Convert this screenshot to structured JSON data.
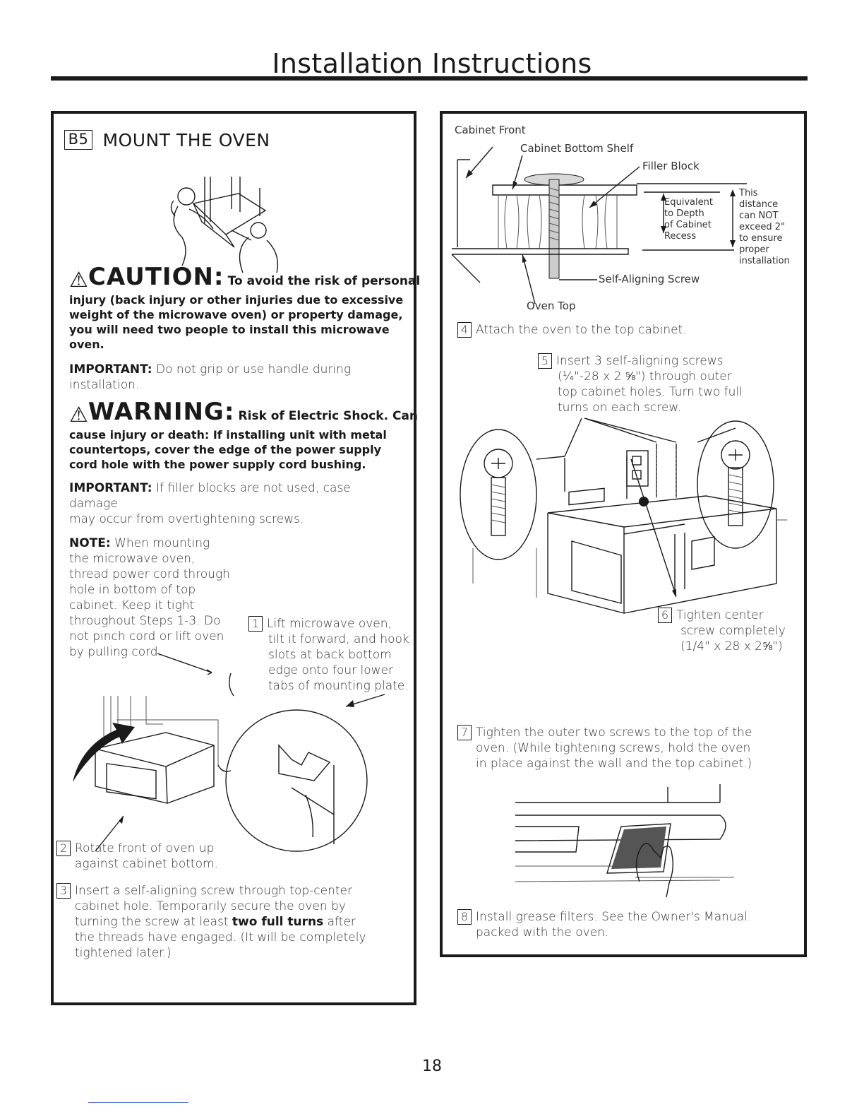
{
  "page": {
    "title": "Installation Instructions",
    "page_number": "18"
  },
  "left": {
    "step_num": "B5",
    "heading": "MOUNT THE OVEN",
    "caution_word": "CAUTION:",
    "caution_first": "To avoid the risk of personal",
    "caution_rest": [
      "injury (back injury or other injuries due to excessive",
      "weight of the microwave oven) or property damage,",
      "you will need two people to install this microwave",
      "oven."
    ],
    "important1_label": "IMPORTANT:",
    "important1_text": "Do not grip or use handle during",
    "important1_text2": "installation.",
    "warning_word": "WARNING:",
    "warning_first": "Risk of Electric Shock. Can",
    "warning_rest": [
      "cause injury or death: If installing unit with metal",
      "countertops, cover the edge of the power supply",
      "cord hole with the power supply cord bushing."
    ],
    "important2_label": "IMPORTANT:",
    "important2_text": "If filler blocks are not used, case damage",
    "important2_text2": "may occur from overtightening screws.",
    "note_label": "NOTE:",
    "note_lines": [
      "When mounting",
      "the microwave oven,",
      "thread power cord through",
      "hole in bottom of top",
      "cabinet. Keep it tight",
      "throughout Steps 1-3. Do",
      "not pinch cord or lift oven",
      "by pulling cord."
    ],
    "step1_num": "1",
    "step1_lines": [
      "Lift microwave oven,",
      "tilt it forward, and hook",
      "slots at back bottom",
      "edge onto four lower",
      "tabs of mounting plate."
    ],
    "step2_num": "2",
    "step2_lines": [
      "Rotate front of oven up",
      "against cabinet bottom."
    ],
    "step3_num": "3",
    "step3_line1": "Insert a self-aligning screw through top-center",
    "step3_line2": "cabinet hole. Temporarily secure the oven by",
    "step3_line3a": "turning the screw at least",
    "step3_line3b": "two full turns",
    "step3_line3c": "after",
    "step3_line4": "the threads have engaged. (It will be completely",
    "step3_line5": "tightened later.)"
  },
  "right": {
    "label_cabinet_front": "Cabinet Front",
    "label_cabinet_bottom_shelf": "Cabinet Bottom Shelf",
    "label_filler_block": "Filler Block",
    "label_equivalent": [
      "Equivalent",
      "to Depth",
      "of Cabinet",
      "Recess"
    ],
    "label_distance": [
      "This",
      "distance",
      "can NOT",
      "exceed 2\"",
      "to ensure",
      "proper",
      "installation"
    ],
    "label_self_aligning_screw": "Self-Aligning Screw",
    "label_oven_top": "Oven Top",
    "step4_num": "4",
    "step4_text": "Attach the oven to the top cabinet.",
    "step5_num": "5",
    "step5_lines": [
      "Insert 3 self-aligning screws",
      "(¼\"-28 x 2 ⅝\") through outer",
      "top cabinet holes. Turn two full",
      "turns on each screw."
    ],
    "step6_num": "6",
    "step6_lines": [
      "Tighten center",
      "screw completely",
      "(1/4\" x 28 x 2⅝\")"
    ],
    "step7_num": "7",
    "step7_lines": [
      "Tighten the outer two screws to the top of the",
      "oven. (While tightening screws, hold the oven",
      "in place against the wall and the top cabinet.)"
    ],
    "step8_num": "8",
    "step8_lines": [
      "Install grease filters. See the Owner's Manual",
      "packed with the oven."
    ]
  }
}
